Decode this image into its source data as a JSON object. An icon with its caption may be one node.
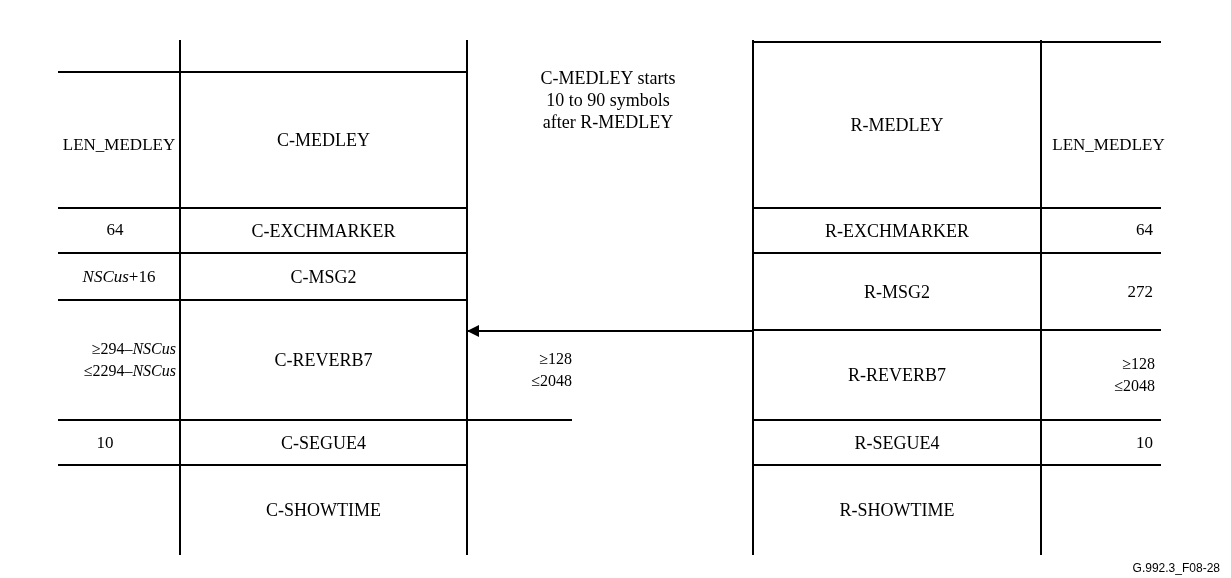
{
  "diagram": {
    "nodes": [
      {
        "text": [
          "C-MEDLEY"
        ]
      },
      {
        "text": [
          "C-EXCHMARKER"
        ]
      },
      {
        "text": [
          "C-MSG2"
        ]
      },
      {
        "text": [
          "C-REVERB7"
        ]
      },
      {
        "text": [
          "C-SEGUE4"
        ]
      },
      {
        "text": [
          "C-SHOWTIME"
        ]
      },
      {
        "text": [
          "R-MEDLEY"
        ]
      },
      {
        "text": [
          "R-EXCHMARKER"
        ]
      },
      {
        "text": [
          "R-MSG2"
        ]
      },
      {
        "text": [
          "R-REVERB7"
        ]
      },
      {
        "text": [
          "R-SEGUE4"
        ]
      },
      {
        "text": [
          "R-SHOWTIME"
        ]
      }
    ],
    "edges": [
      {
        "from": null,
        "to": 3,
        "arrow": "to"
      }
    ],
    "labels": [
      "C-MEDLEY starts 10 to 90 symbols after R-MEDLEY",
      "LEN_MEDLEY",
      "LEN_MEDLEY",
      "64",
      "64",
      "*NSCus*+16",
      "272",
      "≥294–*NSCus* ≤2294–*NSCus*",
      "≥128 ≤2048",
      "≥128 ≤2048",
      "10",
      "10",
      "G.992.3_F08-28"
    ]
  }
}
